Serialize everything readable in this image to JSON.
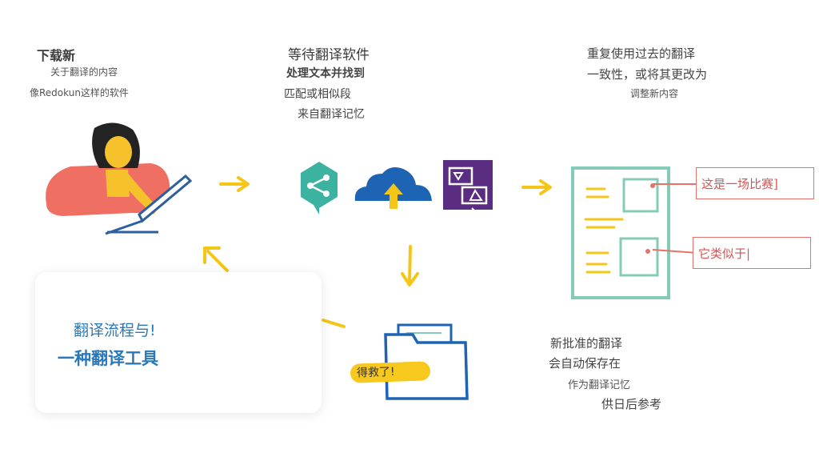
{
  "left_block": {
    "title": "下载新",
    "line2": "关于翻译的内容",
    "line3": "像Redokun这样的软件"
  },
  "middle_block": {
    "title": "等待翻译软件",
    "line2": "处理文本并找到",
    "line3": "匹配或相似段",
    "line4": "来自翻译记忆"
  },
  "right_block": {
    "title": "重复使用过去的翻译",
    "line2": "一致性，或将其更改为",
    "line3": "调整新内容"
  },
  "notes": {
    "note1": "这是一场比赛]",
    "note2": "它类似于|"
  },
  "bottom_right_block": {
    "line1": "新批准的翻译",
    "line2": "会自动保存在",
    "line3": "作为翻译记忆",
    "line4": "供日后参考"
  },
  "folder_badge": "得救了!",
  "card": {
    "line1": "翻译流程与!",
    "line2": "一种翻译工具"
  },
  "icons": [
    "person-laptop-icon",
    "share-bubble-icon",
    "cloud-upload-icon",
    "translate-window-icon",
    "document-icon",
    "folder-icon",
    "arrow-icon"
  ],
  "colors": {
    "arrow_yellow": "#f5c518",
    "blue": "#1e64b4",
    "teal": "#3bb3a0",
    "purple": "#5a2d82",
    "doc_border": "#86cbb8",
    "note_border": "#e57369",
    "card_text": "#2b78b8"
  }
}
